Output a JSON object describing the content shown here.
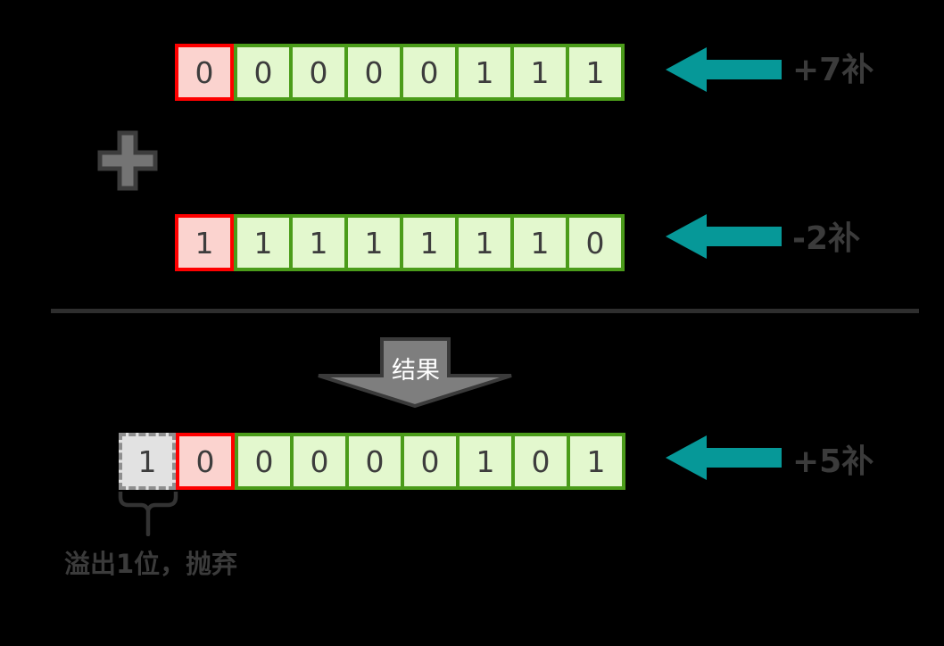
{
  "diagram": {
    "operator_symbol": "+",
    "rows": [
      {
        "label": "+7补",
        "sign_bit": "0",
        "bits": [
          "0",
          "0",
          "0",
          "0",
          "1",
          "1",
          "1"
        ]
      },
      {
        "label": "-2补",
        "sign_bit": "1",
        "bits": [
          "1",
          "1",
          "1",
          "1",
          "1",
          "1",
          "0"
        ]
      },
      {
        "label": "+5补",
        "overflow_bit": "1",
        "sign_bit": "0",
        "bits": [
          "0",
          "0",
          "0",
          "0",
          "1",
          "0",
          "1"
        ]
      }
    ],
    "result_arrow_label": "结果",
    "overflow_note": "溢出1位，抛弃"
  },
  "icons": {
    "plus_operator": "plus-cross",
    "row_pointer": "left-arrow",
    "result_pointer": "down-block-arrow",
    "overflow_marker": "down-curly-brace"
  },
  "colors": {
    "background": "#000000",
    "sign_cell_border": "#fe0000",
    "sign_cell_fill": "#fbd3cf",
    "bit_cell_border": "#4b9c1a",
    "bit_cell_fill": "#e3f8ce",
    "overflow_cell_border": "#8f8f8f",
    "overflow_cell_fill": "#e2e2e2",
    "arrow_accent": "#069898",
    "shape_gray_fill": "#7e7e7e",
    "shape_gray_border": "#3a3a3a",
    "text_dark": "#3b3b3b",
    "result_text": "#ffffff"
  }
}
